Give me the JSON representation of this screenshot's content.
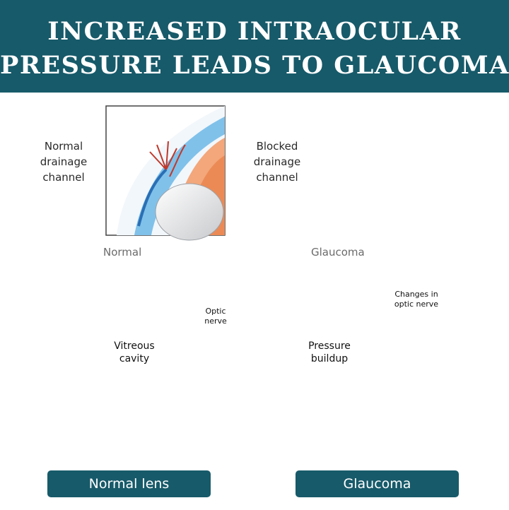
{
  "banner": {
    "line1": "INCREASED INTRAOCULAR",
    "line2": "PRESSURE LEADS TO GLAUCOMA",
    "background": "#175a6a"
  },
  "normal_panel": {
    "inset_label": [
      "Normal",
      "drainage",
      "channel"
    ],
    "caption": "Normal",
    "cavity_label": [
      "Vitreous",
      "cavity"
    ],
    "nerve_label": [
      "Optic",
      "nerve"
    ]
  },
  "glaucoma_panel": {
    "inset_label": [
      "Blocked",
      "drainage",
      "channel"
    ],
    "caption": "Glaucoma",
    "pressure_label": [
      "Pressure",
      "buildup"
    ],
    "changes_label": [
      "Changes in",
      "optic nerve"
    ]
  },
  "buttons": {
    "normal": "Normal lens",
    "glaucoma": "Glaucoma"
  },
  "colors": {
    "teal": "#175a6a",
    "eye_orange": "#f08d50",
    "iris_blue": "#4aa9dc",
    "vessel_red": "#c0392b"
  }
}
